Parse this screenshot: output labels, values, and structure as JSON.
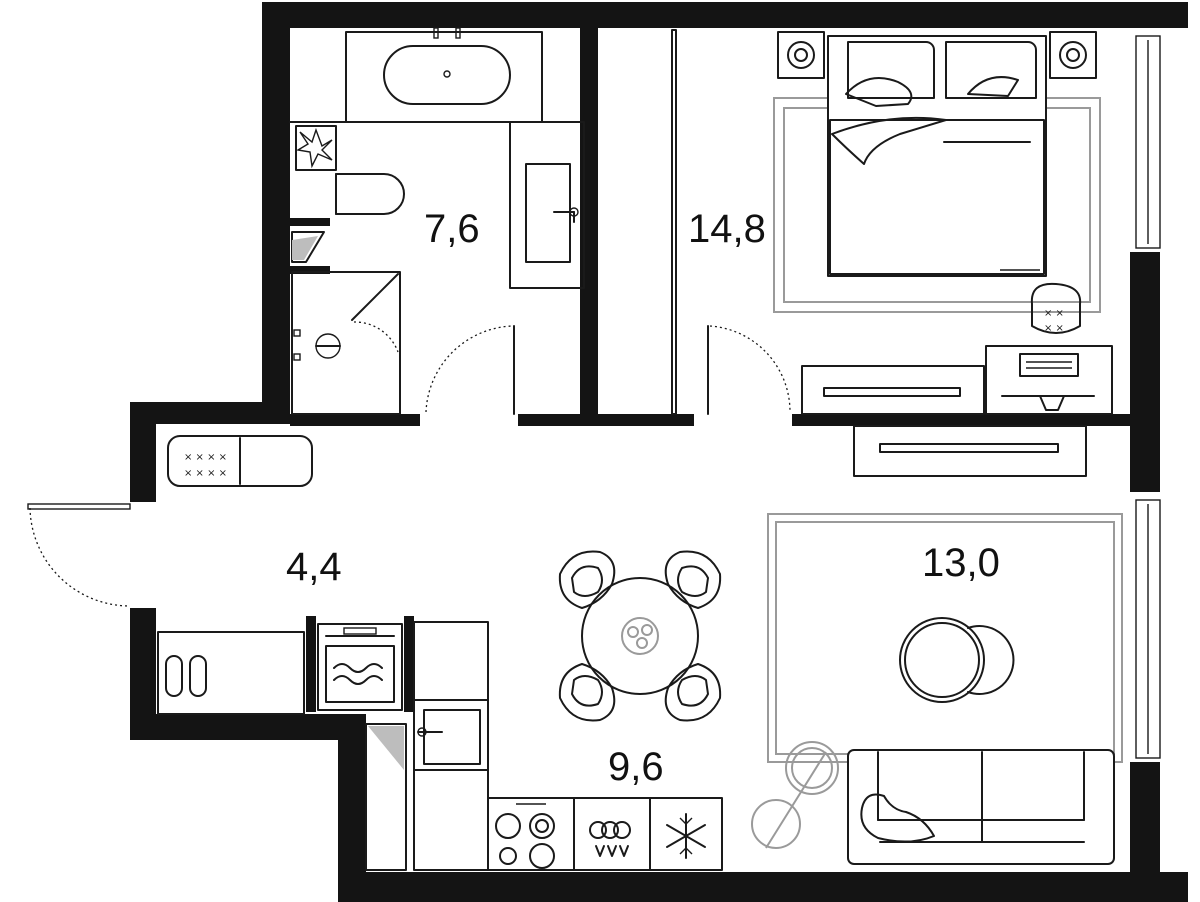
{
  "plan": {
    "rooms": [
      {
        "id": "bathroom",
        "area": "7,6"
      },
      {
        "id": "bedroom",
        "area": "14,8"
      },
      {
        "id": "hallway",
        "area": "4,4"
      },
      {
        "id": "kitchen",
        "area": "9,6"
      },
      {
        "id": "living",
        "area": "13,0"
      }
    ],
    "colors": {
      "wall": "#141414",
      "furniture": "#1a1a1a",
      "rug": "#9a9a9a"
    }
  }
}
